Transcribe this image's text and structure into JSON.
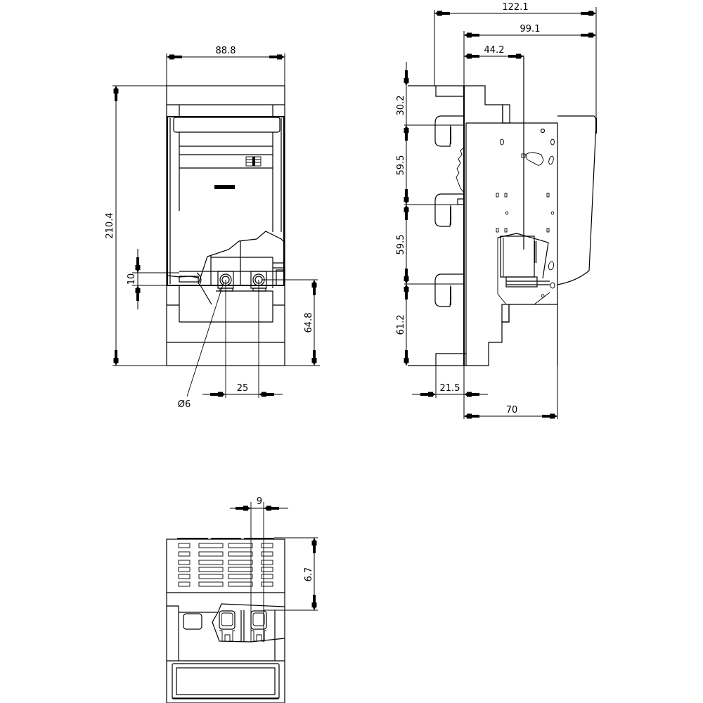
{
  "drawing": {
    "type": "technical-dimension-drawing",
    "units": "mm",
    "views": {
      "front": {
        "dimensions": {
          "width": "88.8",
          "height": "210.4",
          "terminal_offset": "10",
          "terminal_height": "64.8",
          "terminal_spacing": "25",
          "hole_diameter": "Ø6"
        }
      },
      "side": {
        "dimensions": {
          "overall_depth": "122.1",
          "depth_from_rail": "99.1",
          "rail_to_axis": "44.2",
          "top_section": "30.2",
          "upper_pitch": "59.5",
          "lower_pitch": "59.5",
          "bottom_section": "61.2",
          "rear_offset": "21.5",
          "body_depth": "70"
        }
      },
      "bottom": {
        "dimensions": {
          "slot_width": "9",
          "slot_depth": "6.7"
        }
      }
    }
  }
}
